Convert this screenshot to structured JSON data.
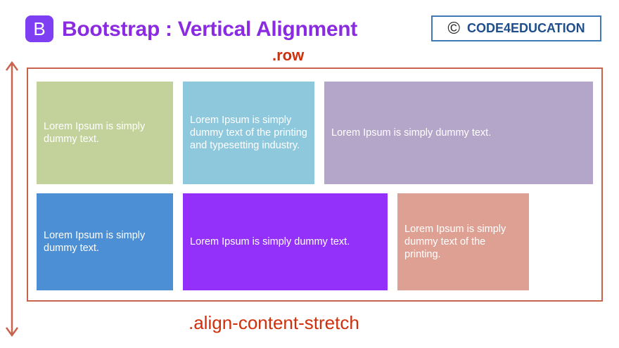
{
  "header": {
    "logo_letter": "B",
    "title": "Bootstrap : Vertical Alignment",
    "brand_symbol": "©",
    "brand_name": "CODE4EDUCATION"
  },
  "diagram": {
    "row_label": ".row",
    "class_label": ".align-content-stretch",
    "boxes": [
      {
        "text": "Lorem Ipsum is simply dummy text.",
        "color": "#c3d29b"
      },
      {
        "text": "Lorem Ipsum is simply dummy text of the printing and typesetting industry.",
        "color": "#8ec8dd"
      },
      {
        "text": "Lorem Ipsum is simply dummy text.",
        "color": "#b4a6c9"
      },
      {
        "text": "Lorem Ipsum is simply dummy text.",
        "color": "#4c8fd4"
      },
      {
        "text": "Lorem Ipsum is simply dummy text.",
        "color": "#9331fb"
      },
      {
        "text": "Lorem Ipsum is simply dummy text of the printing.",
        "color": "#dfa094"
      }
    ]
  },
  "colors": {
    "title": "#8a2be2",
    "accent_red": "#cf2f0b",
    "outline": "#c8644e",
    "brand_border": "#3f79b6"
  }
}
